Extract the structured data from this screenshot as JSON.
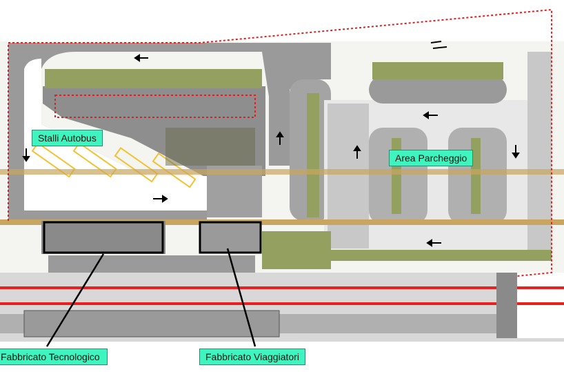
{
  "labels": {
    "bus_stalls": "Stalli Autobus",
    "parking_area": "Area Parcheggio",
    "technical_building": "Fabbricato Tecnologico",
    "passenger_building": "Fabbricato Viaggiatori"
  },
  "colors": {
    "label_fill": "#3ff5bf",
    "boundary": "#e02020",
    "road": "#8a8a8a",
    "parking": "#c8c8c8",
    "trees": "#8a9a50",
    "rail_red": "#e82020",
    "bus_stall": "#f2c230"
  }
}
